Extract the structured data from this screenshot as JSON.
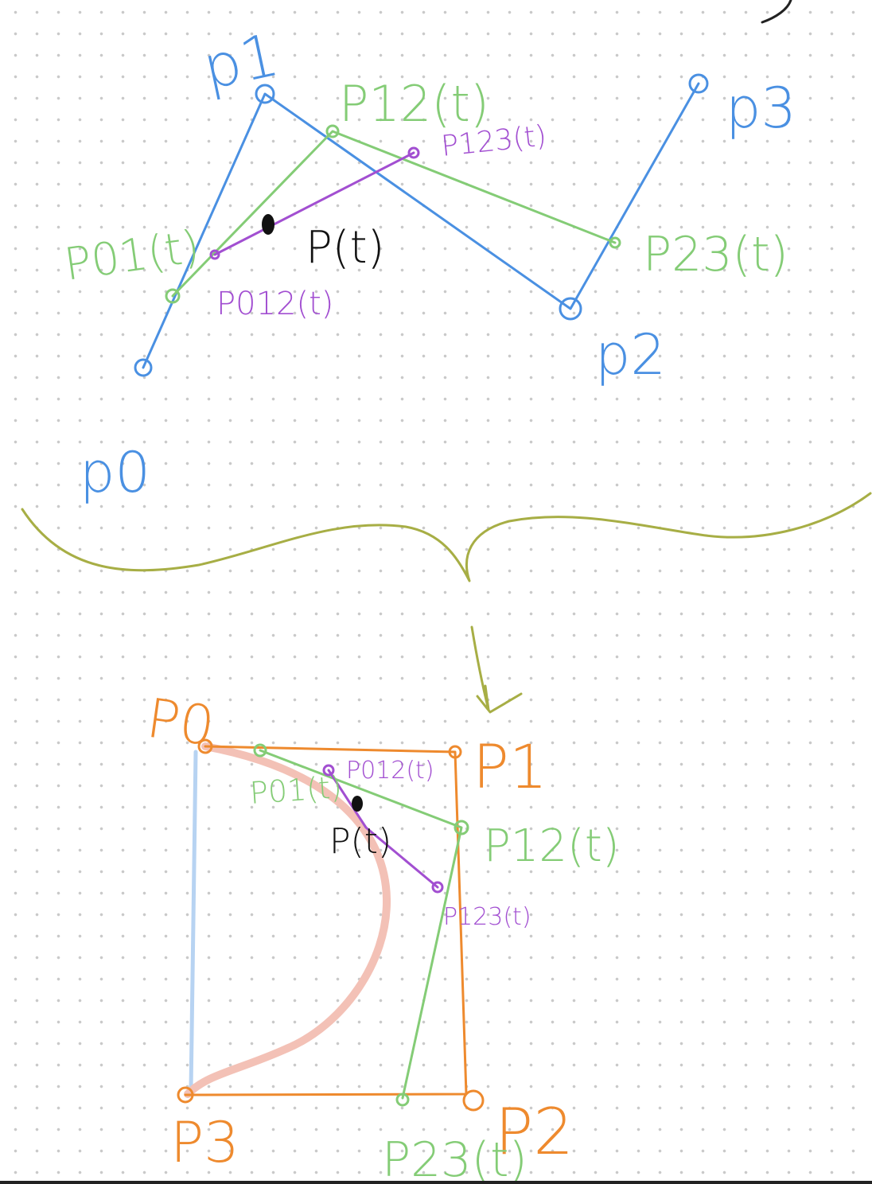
{
  "colors": {
    "blue": "#4a90e2",
    "green": "#84cc76",
    "purple": "#a24fd1",
    "black": "#111111",
    "orange": "#ee8a2e",
    "olive": "#a7ae45",
    "lightblue": "#b7d3f2",
    "salmon": "#f3c1b6"
  },
  "top": {
    "labels": {
      "p0": "p0",
      "p1": "p1",
      "p2": "p2",
      "p3": "p3",
      "p01": "P01(t)",
      "p12": "P12(t)",
      "p23": "P23(t)",
      "p012": "P012(t)",
      "p123": "P123(t)",
      "pt": "P(t)"
    }
  },
  "bottom": {
    "labels": {
      "p0": "P0",
      "p1": "P1",
      "p2": "P2",
      "p3": "P3",
      "p01": "P01(t)",
      "p12": "P12(t)",
      "p23": "P23(t)",
      "p012": "P012(t)",
      "p123": "P123(t)",
      "pt": "P(t)"
    }
  }
}
